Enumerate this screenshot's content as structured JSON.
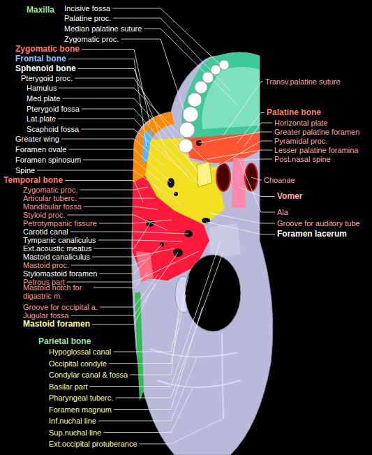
{
  "diagram": {
    "labels": [
      "Maxilla",
      "Incisive fossa",
      "Palatine proc.",
      "Median palatine suture",
      "Zygomatic proc.",
      "Zygomatic bone",
      "Frontal bone",
      "Sphenoid bone",
      "Pterygoid proc.",
      "Hamulus",
      "Med.plate",
      "Pterygoid fossa",
      "Lat.plate",
      "Scaphoid fossa",
      "Greater wing",
      "Foramen ovale",
      "Foramen spinosum",
      "Spine",
      "Temporal bone",
      "Zygomatic proc.",
      "Articular tuberc.",
      "Mandibular fossa",
      "Styloid proc.",
      "Petrotympanic fissure",
      "Carotid canal",
      "Tympanic canaliculus",
      "Ext.acoustic meatus",
      "Mastoid canaliculus",
      "Mastoid proc.",
      "Stylomastoid foramen",
      "Petrous part",
      "Mastoid notch for digastric m.",
      "Groove for occipital a.",
      "Jugular fossa",
      "Mastoid foramen",
      "Parietal bone",
      "Hypoglossal canal",
      "Occipital condyle",
      "Condylar canal & fossa",
      "Basilar part",
      "Pharyngeal tuberc.",
      "Foramen magnum",
      "Inf.nuchal line",
      "Sup.nuchal line",
      "Ext.occipital protuberance",
      "Transv.palatine suture",
      "Palatine bone",
      "Horizontal plate",
      "Greater palatine foramen",
      "Pyramidal proc.",
      "Lesser palatine foramina",
      "Post.nasal spine",
      "Choanae",
      "Vomer",
      "Ala",
      "Groove for auditory tube",
      "Foramen lacerum"
    ]
  }
}
